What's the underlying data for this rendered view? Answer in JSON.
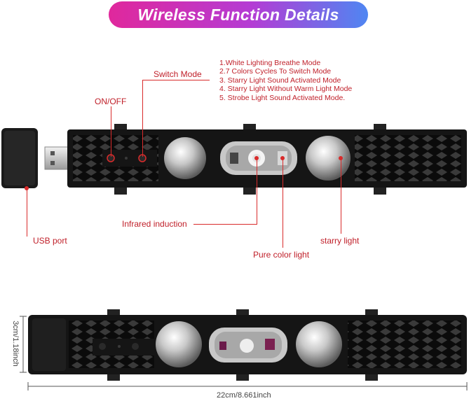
{
  "banner": {
    "title": "Wireless Function Details"
  },
  "labels": {
    "switch_mode": "Switch Mode",
    "on_off": "ON/OFF",
    "usb_port": "USB port",
    "infrared": "Infrared induction",
    "pure_color": "Pure color light",
    "starry": "starry light"
  },
  "modes": [
    "1.White Lighting Breathe Mode",
    "2.7 Colors Cycles To Switch Mode",
    "3. Starry Light Sound Activated Mode",
    "4. Starry Light Without Warm Light Mode",
    "5. Strobe Light Sound Activated Mode."
  ],
  "dimensions": {
    "height": "3cm/1.18inch",
    "width": "22cm/8.661inch"
  },
  "colors": {
    "accent": "#d92b2b",
    "device": "#151515",
    "banner_start": "#e0289c",
    "banner_end": "#4f86f2"
  }
}
